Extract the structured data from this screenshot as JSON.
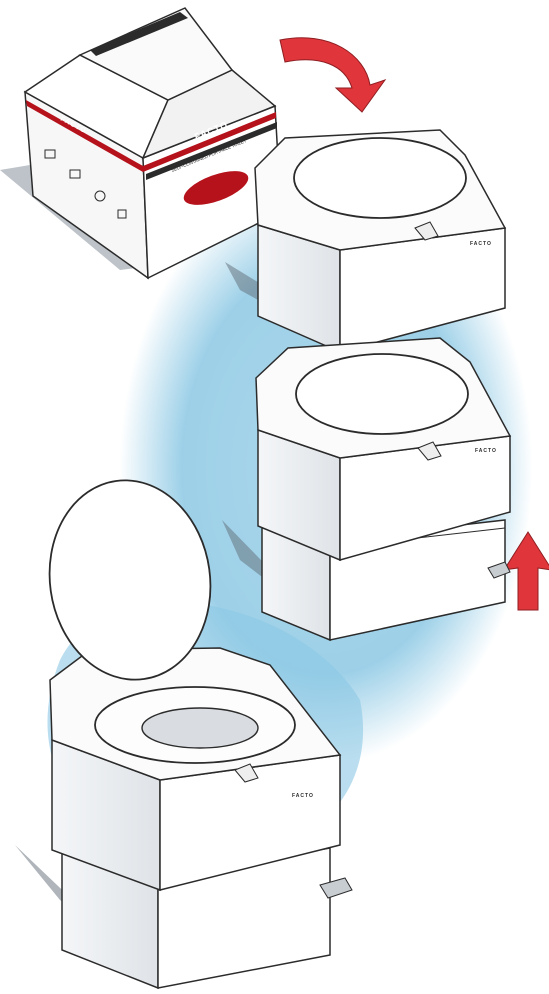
{
  "box": {
    "brand": "FACTO",
    "side_brand": "FACTO",
    "tagline": "SELF-CONTAINED PORTABLE TOILET"
  },
  "toilet_closed": {
    "brand": "FACTO"
  },
  "toilet_extended": {
    "brand": "FACTO"
  },
  "toilet_open": {
    "brand": "FACTO"
  },
  "colors": {
    "sky": "#8cc8e4",
    "arrow": "#e0353a",
    "stripe": "#b5121b",
    "outline": "#2b2b2b",
    "body": "#fdfdfd",
    "shade": "#e8ebee"
  },
  "icons": {
    "rotate_arrow": "curved-arrow-icon",
    "up_arrow": "up-arrow-icon"
  }
}
